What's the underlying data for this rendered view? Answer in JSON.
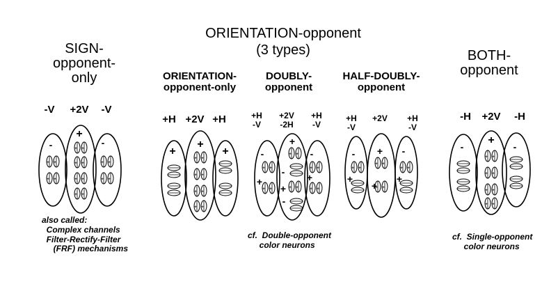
{
  "title": {
    "main": "ORIENTATION-opponent",
    "sub": "(3 types)"
  },
  "sections": {
    "sign": {
      "heading": "SIGN-\nopponent-\nonly",
      "labels": [
        "-V",
        "+2V",
        "-V"
      ]
    },
    "orient_only": {
      "heading": "ORIENTATION-\nopponent-only",
      "labels": [
        "+H",
        "+2V",
        "+H"
      ]
    },
    "doubly": {
      "heading": "DOUBLY-\nopponent",
      "labels": [
        "+H\n-V",
        "+2V\n-2H",
        "+H\n-V"
      ]
    },
    "half_doubly": {
      "heading": "HALF-DOUBLY-\nopponent",
      "labels": [
        "+H\n-V",
        "+2V",
        "+H\n-V"
      ]
    },
    "both": {
      "heading": "BOTH-\nopponent",
      "labels": [
        "-H",
        "+2V",
        "-H"
      ]
    }
  },
  "notes": {
    "sign": "also called:\n  Complex channels\n  Filter-Rectify-Filter\n     (FRF) mechanisms",
    "doubly": "cf.  Double-opponent\n     color neurons",
    "both": "cf.  Single-opponent\n     color neurons"
  },
  "signs": {
    "plus": "+",
    "minus": "-"
  }
}
